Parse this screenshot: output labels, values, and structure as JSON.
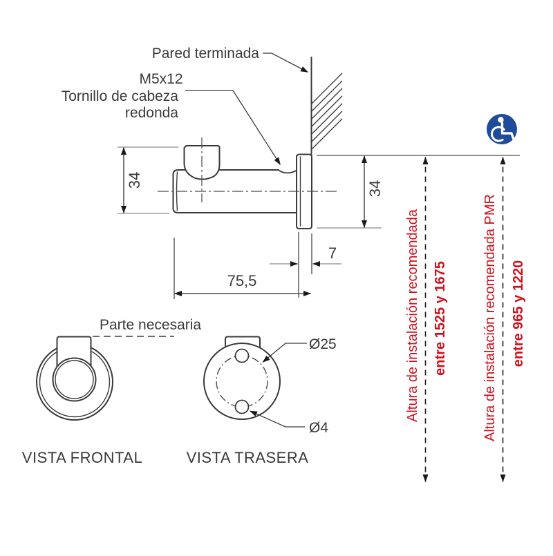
{
  "drawing": {
    "callouts": {
      "wall_label": "Pared terminada",
      "screw_size": "M5x12",
      "screw_line1": "Tornillo de cabeza",
      "screw_line2": "redonda",
      "necessary_part_label": "Parte necesaria"
    },
    "dimensions": {
      "height_left_mm": "34",
      "flange_height_mm": "34",
      "flange_thickness_mm": "7",
      "total_depth_mm": "75,5",
      "bolt_circle_diameter": "Ø25",
      "hole_diameter": "Ø4"
    },
    "views": {
      "front_label": "VISTA FRONTAL",
      "rear_label": "VISTA TRASERA"
    },
    "install_heights": {
      "standard_label": "Altura de instalación recomendada",
      "standard_range": "entre 1525 y 1675",
      "pmr_label": "Altura de instalación recomendada PMR",
      "pmr_range": "entre 965 y 1220"
    },
    "icons": {
      "accessibility": "wheelchair-accessibility-icon"
    },
    "colors": {
      "accent_red": "#d1101d",
      "accessibility_blue": "#1f4b9a",
      "line_dark": "#3a3a3a",
      "dim_gray": "#9e9e9e"
    }
  }
}
